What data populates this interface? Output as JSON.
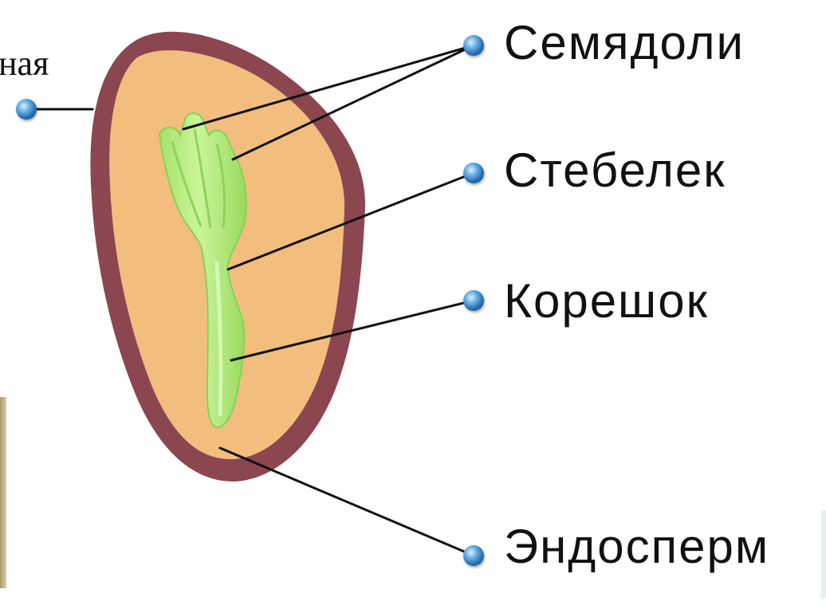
{
  "diagram": {
    "labels": {
      "cotyledons": "Семядоли",
      "stem": "Стебелек",
      "root": "Корешок",
      "endosperm": "Эндосперм",
      "seed_coat_partial": "ная"
    },
    "colors": {
      "seed_coat": "#8b4650",
      "endosperm_fill": "#f1be7e",
      "embryo_fill": "#b9ec7c",
      "embryo_outline": "#7ccc4c",
      "leader_line": "#111111",
      "bead": "#2a6fb0"
    }
  }
}
